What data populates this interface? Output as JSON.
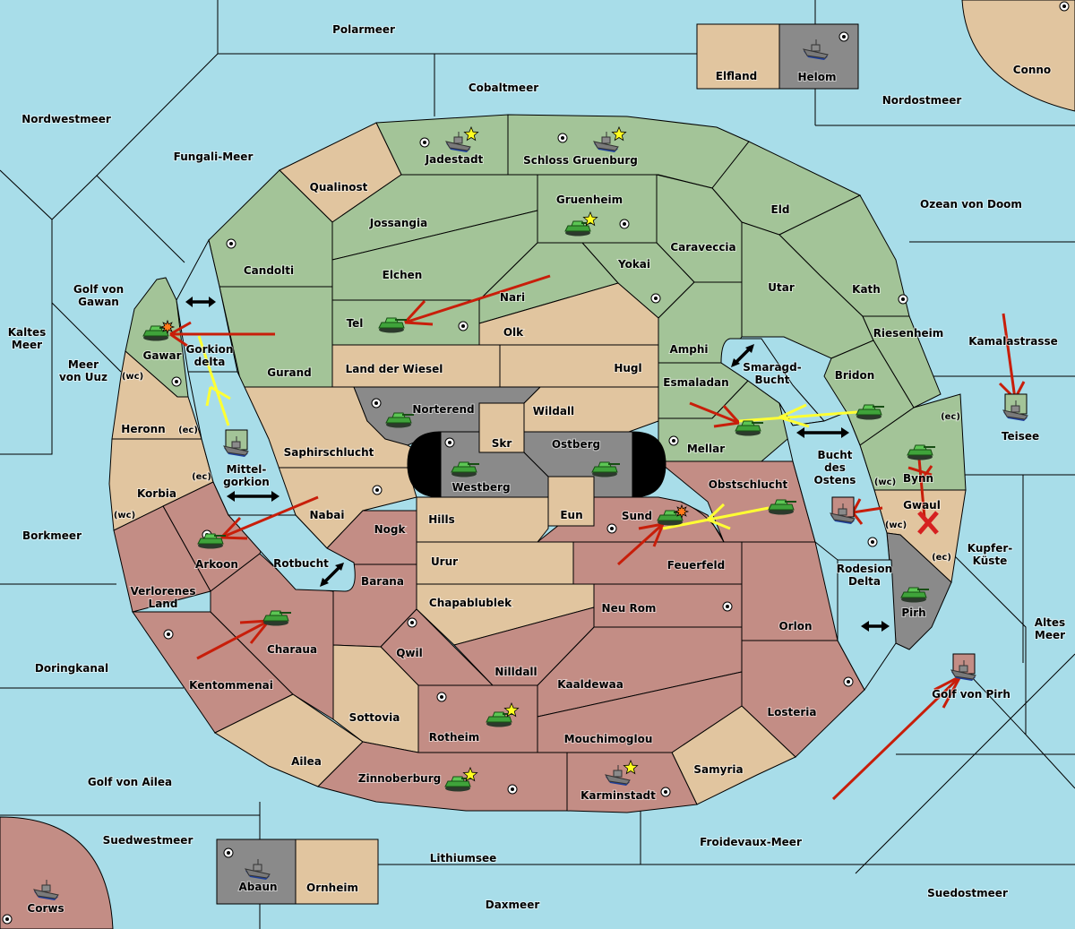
{
  "map": {
    "colors": {
      "sea": "#a8dde9",
      "green_power": "#a3c498",
      "neutral_land": "#e1c59f",
      "red_power": "#c38d85",
      "gray_power": "#8a8a8a",
      "move_order": "#c81e0a",
      "support_order": "#ffff33"
    },
    "seas": [
      "Polarmeer",
      "Cobaltmeer",
      "Nordwestmeer",
      "Fungali-Meer",
      "Nordostmeer",
      "Ozean von Doom",
      "Golf von Gawan",
      "Kaltes Meer",
      "Meer von Uuz",
      "Gorkion delta",
      "Mittel-gorkion",
      "Borkmeer",
      "Rotbucht",
      "Smaragd-Bucht",
      "Bucht des Ostens",
      "Kamalastrasse",
      "Kupfer-Küste",
      "Rodesion Delta",
      "Altes Meer",
      "Golf von Pirh",
      "Doringkanal",
      "Golf von Ailea",
      "Suedwestmeer",
      "Lithiumsee",
      "Daxmeer",
      "Froidevaux-Meer",
      "Suedostmeer"
    ],
    "labels": {
      "polarmeer": "Polarmeer",
      "cobaltmeer": "Cobaltmeer",
      "nordwestmeer": "Nordwestmeer",
      "fungali": "Fungali-Meer",
      "nordostmeer": "Nordostmeer",
      "ozean": "Ozean von Doom",
      "golf_gawan_1": "Golf von",
      "golf_gawan_2": "Gawan",
      "kaltes_1": "Kaltes",
      "kaltes_2": "Meer",
      "uuz_1": "Meer",
      "uuz_2": "von Uuz",
      "gorkion_1": "Gorkion",
      "gorkion_2": "delta",
      "mittel_1": "Mittel-",
      "mittel_2": "gorkion",
      "borkmeer": "Borkmeer",
      "rotbucht": "Rotbucht",
      "smaragd_1": "Smaragd-",
      "smaragd_2": "Bucht",
      "bucht_1": "Bucht",
      "bucht_2": "des",
      "bucht_3": "Ostens",
      "kamala": "Kamalastrasse",
      "kupfer_1": "Kupfer-",
      "kupfer_2": "Küste",
      "rodesion_1": "Rodesion",
      "rodesion_2": "Delta",
      "altes_1": "Altes",
      "altes_2": "Meer",
      "golf_pirh": "Golf von Pirh",
      "doringkanal": "Doringkanal",
      "golf_ailea": "Golf von Ailea",
      "suedwestmeer": "Suedwestmeer",
      "lithiumsee": "Lithiumsee",
      "daxmeer": "Daxmeer",
      "froidevaux": "Froidevaux-Meer",
      "suedostmeer": "Suedostmeer",
      "elfland": "Elfland",
      "helom": "Helom",
      "conno": "Conno",
      "jadestadt": "Jadestadt",
      "schloss": "Schloss Gruenburg",
      "qualinost": "Qualinost",
      "jossangia": "Jossangia",
      "gruenheim": "Gruenheim",
      "eld": "Eld",
      "candolti": "Candolti",
      "elchen": "Elchen",
      "caraveccia": "Caraveccia",
      "yokai": "Yokai",
      "nari": "Nari",
      "utar": "Utar",
      "kath": "Kath",
      "tel": "Tel",
      "olk": "Olk",
      "gawar": "Gawar",
      "gurand": "Gurand",
      "land_wiesel": "Land der Wiesel",
      "hugl": "Hugl",
      "amphi": "Amphi",
      "riesenheim": "Riesenheim",
      "bridon": "Bridon",
      "esmaladan": "Esmaladan",
      "norterend": "Norterend",
      "wildall": "Wildall",
      "heronn": "Heronn",
      "saphirschlucht": "Saphirschlucht",
      "skr": "Skr",
      "ostberg": "Ostberg",
      "mellar": "Mellar",
      "westberg": "Westberg",
      "korbia": "Korbia",
      "nabai": "Nabai",
      "obstschlucht": "Obstschlucht",
      "bynn": "Bynn",
      "gwaul": "Gwaul",
      "eun": "Eun",
      "sund": "Sund",
      "hills": "Hills",
      "nogk": "Nogk",
      "arkoon": "Arkoon",
      "urur": "Urur",
      "feuerfeld": "Feuerfeld",
      "barana": "Barana",
      "verlorenes_1": "Verlorenes",
      "verlorenes_2": "Land",
      "chapablublek": "Chapablublek",
      "neu_rom": "Neu Rom",
      "orlon": "Orlon",
      "pirh": "Pirh",
      "charaua": "Charaua",
      "qwil": "Qwil",
      "nilldall": "Nilldall",
      "kentommenai": "Kentommenai",
      "kaaldewaa": "Kaaldewaa",
      "losteria": "Losteria",
      "sottovia": "Sottovia",
      "rotheim": "Rotheim",
      "mouchimoglou": "Mouchimoglou",
      "teisee": "Teisee",
      "ailea": "Ailea",
      "samyria": "Samyria",
      "zinnoberburg": "Zinnoberburg",
      "karminstadt": "Karminstadt",
      "corws": "Corws",
      "abaun": "Abaun",
      "ornheim": "Ornheim",
      "wc": "(wc)",
      "ec": "(ec)"
    },
    "units": [
      {
        "type": "fleet",
        "province": "Jadestadt",
        "owner": "green",
        "home_star": true
      },
      {
        "type": "fleet",
        "province": "Schloss Gruenburg",
        "owner": "green",
        "home_star": true
      },
      {
        "type": "army",
        "province": "Gruenheim",
        "owner": "green",
        "home_star": true
      },
      {
        "type": "fleet",
        "province": "Helom",
        "owner": "gray"
      },
      {
        "type": "army",
        "province": "Gawar",
        "owner": "green",
        "dislodged_marker": true
      },
      {
        "type": "army",
        "province": "Tel",
        "owner": "green"
      },
      {
        "type": "fleet",
        "province": "Mittel-gorkion",
        "owner": "green",
        "retreat": true
      },
      {
        "type": "army",
        "province": "Norterend",
        "owner": "green"
      },
      {
        "type": "army",
        "province": "Westberg",
        "owner": "green"
      },
      {
        "type": "army",
        "province": "Ostberg",
        "owner": "green"
      },
      {
        "type": "army",
        "province": "Mellar",
        "owner": "green"
      },
      {
        "type": "army",
        "province": "Bridon",
        "owner": "green"
      },
      {
        "type": "army",
        "province": "Bynn",
        "owner": "green"
      },
      {
        "type": "fleet",
        "province": "Teisee",
        "owner": "green"
      },
      {
        "type": "army",
        "province": "Arkoon",
        "owner": "green"
      },
      {
        "type": "army",
        "province": "Sund",
        "owner": "green",
        "dislodged_marker": true
      },
      {
        "type": "army",
        "province": "Obstschlucht",
        "owner": "green"
      },
      {
        "type": "fleet",
        "province": "Bucht des Ostens",
        "owner": "red"
      },
      {
        "type": "army",
        "province": "Pirh",
        "owner": "green"
      },
      {
        "type": "fleet",
        "province": "Golf von Pirh",
        "owner": "red"
      },
      {
        "type": "army",
        "province": "Charaua",
        "owner": "green"
      },
      {
        "type": "army",
        "province": "Rotheim",
        "owner": "green",
        "home_star": true
      },
      {
        "type": "army",
        "province": "Zinnoberburg",
        "owner": "green",
        "home_star": true
      },
      {
        "type": "fleet",
        "province": "Karminstadt",
        "owner": "red",
        "home_star": true
      },
      {
        "type": "fleet",
        "province": "Corws",
        "owner": "red"
      },
      {
        "type": "fleet",
        "province": "Abaun",
        "owner": "gray"
      }
    ],
    "orders": [
      {
        "kind": "move",
        "from": "Elchen/Nari",
        "to": "Tel"
      },
      {
        "kind": "move",
        "from": "Gurand",
        "to": "Gawar"
      },
      {
        "kind": "support",
        "from": "Mittel-gorkion",
        "to": "Gawar"
      },
      {
        "kind": "move",
        "from": "Nabai",
        "to": "Arkoon"
      },
      {
        "kind": "move",
        "from": "Kentommenai",
        "to": "Charaua"
      },
      {
        "kind": "move",
        "from": "Feuerfeld",
        "to": "Sund"
      },
      {
        "kind": "support",
        "from": "Obstschlucht",
        "to": "Sund"
      },
      {
        "kind": "move",
        "from": "Esmaladan",
        "to": "Mellar"
      },
      {
        "kind": "support",
        "from": "Bridon",
        "to": "Mellar"
      },
      {
        "kind": "move",
        "from": "Kamalastrasse",
        "to": "Teisee"
      },
      {
        "kind": "move",
        "from": "Bynn",
        "to": "Gwaul",
        "result": "failed"
      },
      {
        "kind": "move",
        "from": "Gwaul",
        "to": "Bucht des Ostens"
      },
      {
        "kind": "move",
        "from": "Froidevaux-Meer",
        "to": "Golf von Pirh"
      }
    ]
  }
}
